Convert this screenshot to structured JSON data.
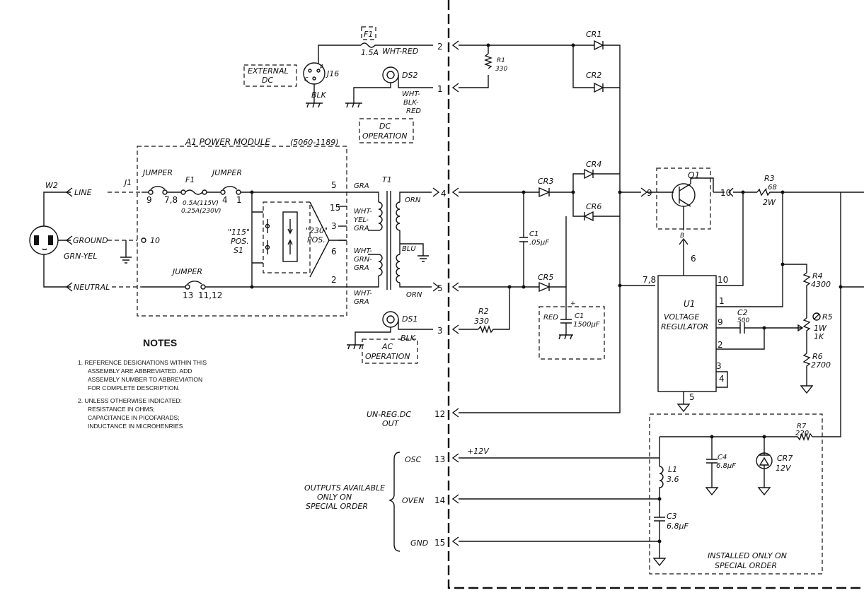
{
  "module": {
    "title": "A1 POWER MODULE",
    "part": "(5060-1189)",
    "j1": "J1"
  },
  "cord": {
    "ref": "W2",
    "line": "LINE",
    "ground": "GROUND",
    "grnyel": "GRN-YEL",
    "neutral": "NEUTRAL"
  },
  "jumpers": {
    "top_left": "JUMPER",
    "top_left_pins_a": "9",
    "top_left_pins_b": "7,8",
    "top_right": "JUMPER",
    "top_right_pins_a": "4",
    "top_right_pins_b": "1",
    "bottom": "JUMPER",
    "bottom_pins_a": "13",
    "bottom_pins_b": "11,12"
  },
  "fuse_module": {
    "ref": "F1",
    "rating1": "0.5A(115V)",
    "rating2": "0.25A(230V)"
  },
  "ground_pin": "10",
  "switch": {
    "pos115": "\"115\"",
    "pos_label": "POS.",
    "ref": "S1",
    "pos230": "\"230\"",
    "pos230_label": "POS."
  },
  "module_pins": [
    "5",
    "15",
    "3",
    "6",
    "2"
  ],
  "transformer": {
    "ref": "T1",
    "gra": "GRA",
    "wht_yel": "WHT-",
    "yel": "YEL-",
    "yel_gra": "GRA",
    "wht_grn": "WHT-",
    "grn": "GRN-",
    "grn_gra": "GRA",
    "wht_gra": "WHT-",
    "wht_gra2": "GRA",
    "orn_top": "ORN",
    "blu": "BLU",
    "orn_bot": "ORN"
  },
  "external_dc": {
    "label1": "EXTERNAL",
    "label2": "DC",
    "ref": "J16",
    "pin_c": "C",
    "pin_a": "A",
    "blk": "BLK"
  },
  "fuse_ext": {
    "ref": "F1",
    "rating": "1.5A",
    "wire": "WHT-RED"
  },
  "ds2": {
    "ref": "DS2",
    "w1": "WHT-",
    "w2": "BLK-",
    "w3": "RED"
  },
  "dc_op": {
    "l1": "DC",
    "l2": "OPERATION"
  },
  "ds1": {
    "ref": "DS1",
    "blk": "BLK"
  },
  "ac_op": {
    "l1": "AC",
    "l2": "OPERATION"
  },
  "connector_pins": {
    "p2": "2",
    "p1": "1",
    "p4": "4",
    "p5": "5",
    "p3": "3",
    "p12": "12",
    "p13": "13",
    "p14": "14",
    "p15": "15",
    "p9": "9",
    "p10": "10"
  },
  "unreg": {
    "l1": "UN-REG.DC",
    "l2": "OUT"
  },
  "outputs": {
    "osc": "OSC",
    "oven": "OVEN",
    "gnd": "GND",
    "plus12": "+12V",
    "avail1": "OUTPUTS AVAILABLE",
    "avail2": "ONLY ON",
    "avail3": "SPECIAL ORDER"
  },
  "r1": {
    "ref": "R1",
    "val": "330"
  },
  "r2": {
    "ref": "R2",
    "val": "330"
  },
  "diodes": [
    "CR1",
    "CR2",
    "CR3",
    "CR4",
    "CR6",
    "CR5"
  ],
  "c1a": {
    "ref": "C1",
    "val": ".05µF"
  },
  "c1b": {
    "ref": "C1",
    "val": "1500µF",
    "red": "RED",
    "plus": "+"
  },
  "q1": {
    "ref": "Q1",
    "pin9": "9",
    "pin10": "10",
    "pin_b": "B"
  },
  "r3": {
    "ref": "R3",
    "val1": ".68",
    "val2": "2W"
  },
  "u1": {
    "ref": "U1",
    "l1": "VOLTAGE",
    "l2": "REGULATOR",
    "pin6": "6",
    "pin78": "7,8",
    "pin10": "10",
    "pin1": "1",
    "pin9": "9",
    "pin2": "2",
    "pin3": "3",
    "pin4": "4",
    "pin5": "5"
  },
  "c2": {
    "ref": "C2",
    "val": "500"
  },
  "r4": {
    "ref": "R4",
    "val": "4300"
  },
  "r5": {
    "ref": "R5",
    "val1": "1W",
    "val2": "1K"
  },
  "r6": {
    "ref": "R6",
    "val": "2700"
  },
  "r7": {
    "ref": "R7",
    "val": "220"
  },
  "l1": {
    "ref": "L1",
    "val": "3.6"
  },
  "c3": {
    "ref": "C3",
    "val": "6.8µF"
  },
  "c4": {
    "ref": "C4",
    "val": "6.8µF"
  },
  "cr7": {
    "ref": "CR7",
    "val": "12V"
  },
  "special": {
    "l1": "INSTALLED ONLY ON",
    "l2": "SPECIAL ORDER"
  },
  "notes": {
    "title": "NOTES",
    "n1a": "1.  REFERENCE DESIGNATIONS WITHIN THIS",
    "n1b": "ASSEMBLY ARE ABBREVIATED. ADD",
    "n1c": "ASSEMBLY NUMBER TO ABBREVIATION",
    "n1d": "FOR COMPLETE DESCRIPTION.",
    "n2a": "2.  UNLESS OTHERWISE INDICATED:",
    "n2b": "RESISTANCE IN OHMS;",
    "n2c": "CAPACITANCE IN PICOFARADS;",
    "n2d": "INDUCTANCE IN MICROHENRIES"
  }
}
